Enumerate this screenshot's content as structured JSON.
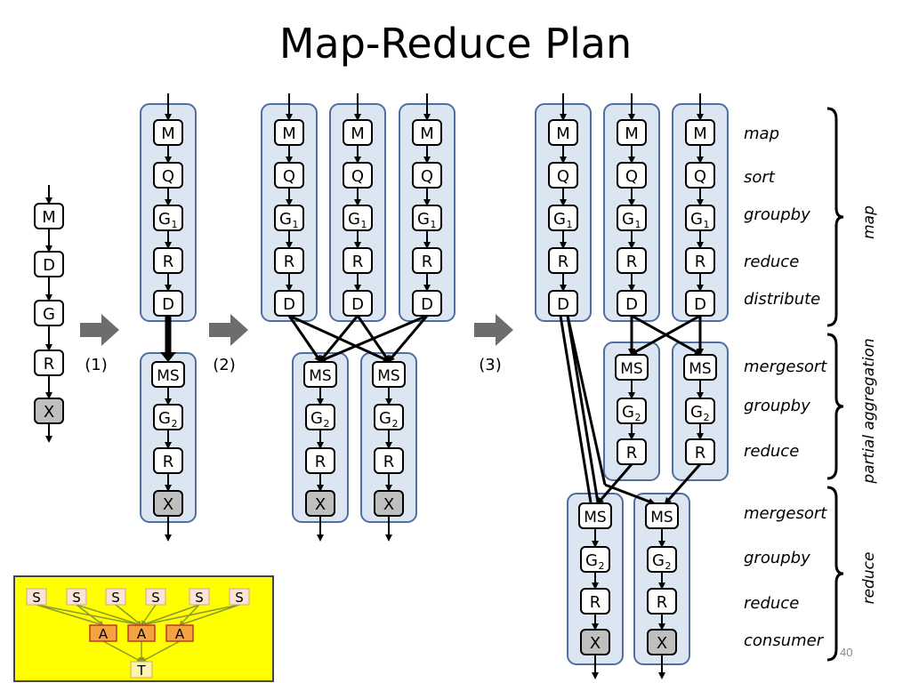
{
  "title": "Map-Reduce Plan",
  "slide_number": "40",
  "ops": {
    "map": "M",
    "sort": "Q",
    "groupby": "G",
    "sub1": "1",
    "sub2": "2",
    "reduce": "R",
    "distribute": "D",
    "consumer": "X",
    "mergesort": "MS"
  },
  "steps": [
    "(1)",
    "(2)",
    "(3)"
  ],
  "row_labels": {
    "map": "map",
    "sort": "sort",
    "groupby1": "groupby",
    "reduce1": "reduce",
    "distribute": "distribute",
    "mergesort1": "mergesort",
    "groupby2": "groupby",
    "reduce2": "reduce",
    "mergesort2": "mergesort",
    "groupby3": "groupby",
    "reduce3": "reduce",
    "consumer": "consumer"
  },
  "group_labels": {
    "map": "map",
    "partial": "partial aggregation",
    "reduce": "reduce"
  },
  "inset": {
    "sources": [
      "S",
      "S",
      "S",
      "S",
      "S",
      "S"
    ],
    "aggregators": [
      "A",
      "A",
      "A"
    ],
    "target": "T"
  },
  "colors": {
    "group_fill": "#dce6f2",
    "group_stroke": "#4f6f9f",
    "consumer_fill": "#bfbfbf",
    "inset_bg": "#ffff00",
    "inset_source_fill": "#fbe3d6",
    "inset_agg_fill": "#f4a340",
    "inset_agg_stroke": "#c0392b",
    "inset_target_fill": "#fff3b0",
    "inset_arrow": "#8a9a2a",
    "transition_arrow": "#6d6d6d"
  }
}
